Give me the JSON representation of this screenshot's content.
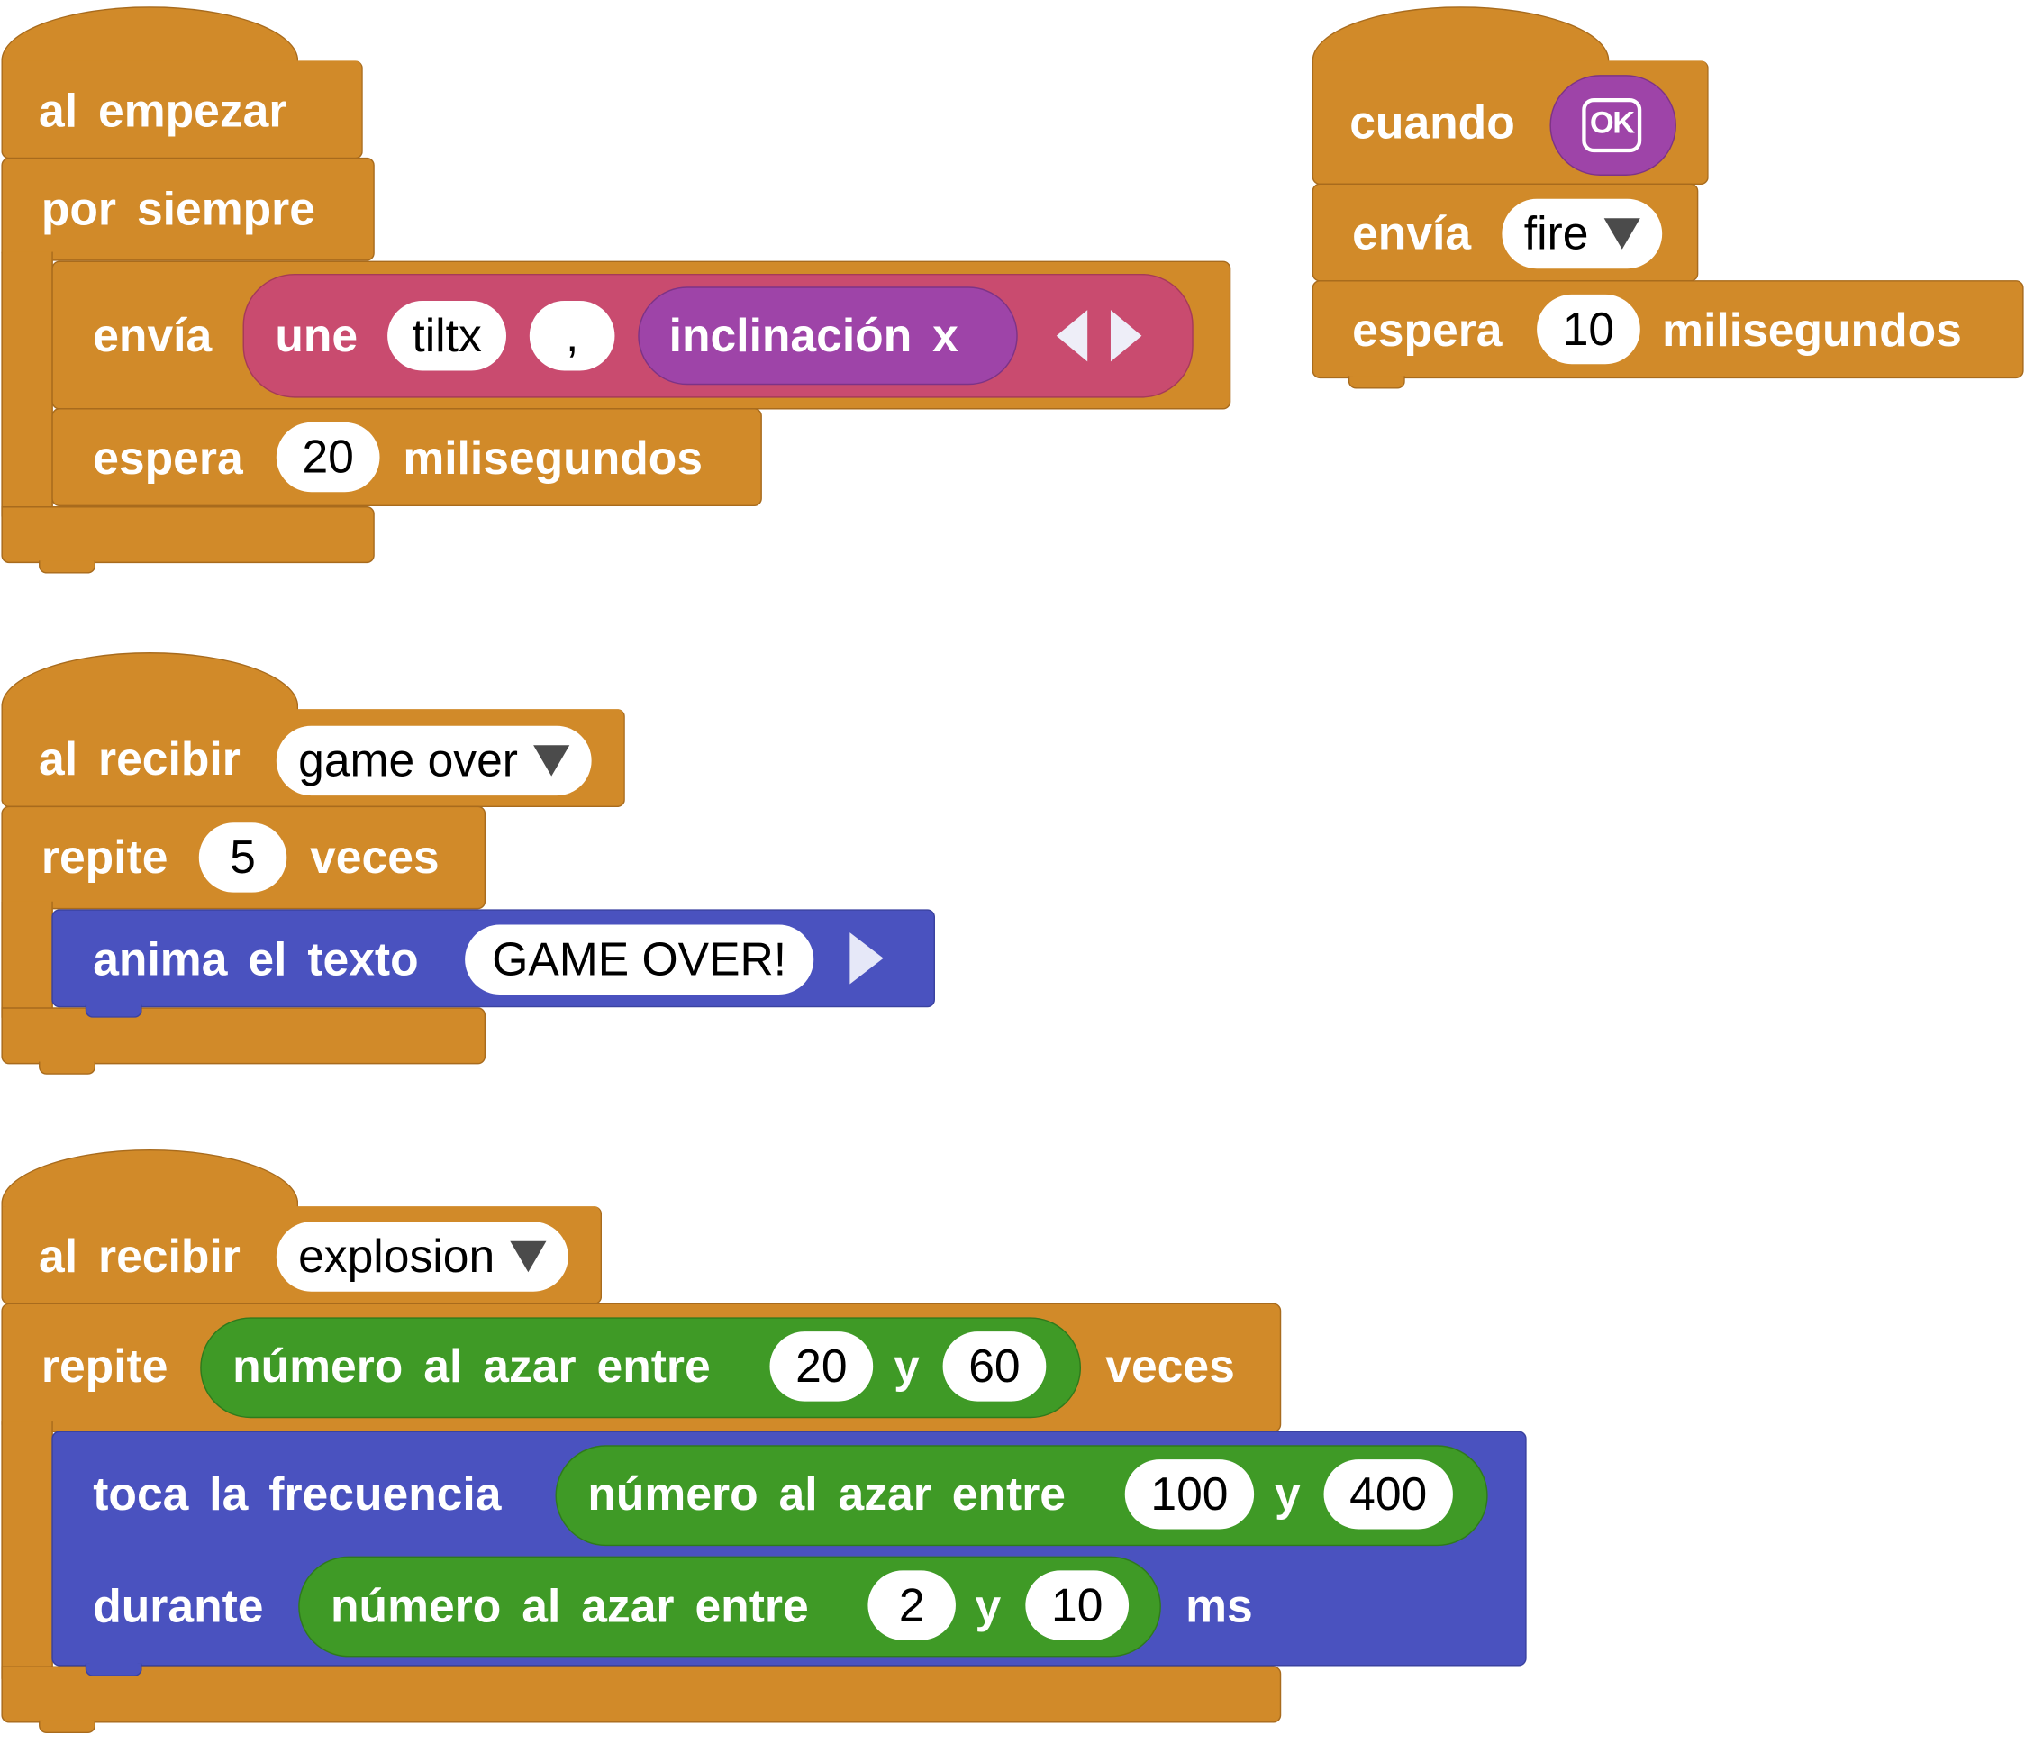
{
  "blocks": {
    "start": {
      "on_start_label": "al empezar",
      "forever_label": "por siempre",
      "send_label": "envía",
      "join_label": "une",
      "join_arg1": "tiltx",
      "join_arg2": ",",
      "tilt_label": "inclinación x",
      "wait_label": "espera",
      "wait_value": "20",
      "wait_unit": "milisegundos"
    },
    "button": {
      "when_label": "cuando",
      "button_icon_text": "OK",
      "send_label": "envía",
      "send_value": "fire",
      "wait_label": "espera",
      "wait_value": "10",
      "wait_unit": "milisegundos"
    },
    "game_over": {
      "receive_label": "al recibir",
      "receive_value": "game over",
      "repeat_label": "repite",
      "repeat_value": "5",
      "repeat_unit": "veces",
      "animate_label": "anima el texto",
      "animate_value": "GAME OVER!"
    },
    "explosion": {
      "receive_label": "al recibir",
      "receive_value": "explosion",
      "repeat_label": "repite",
      "random_label": "número al azar entre",
      "random1_from": "20",
      "and_label": "y",
      "random1_to": "60",
      "repeat_unit": "veces",
      "play_label": "toca la frecuencia",
      "random2_from": "100",
      "random2_to": "400",
      "during_label": "durante",
      "random3_from": "2",
      "random3_to": "10",
      "ms_label": "ms"
    }
  },
  "colors": {
    "control": "#D18A29",
    "music_led": "#4A52BF",
    "text_join": "#C94B6F",
    "input": "#9E44A8",
    "math": "#3F9A26"
  }
}
